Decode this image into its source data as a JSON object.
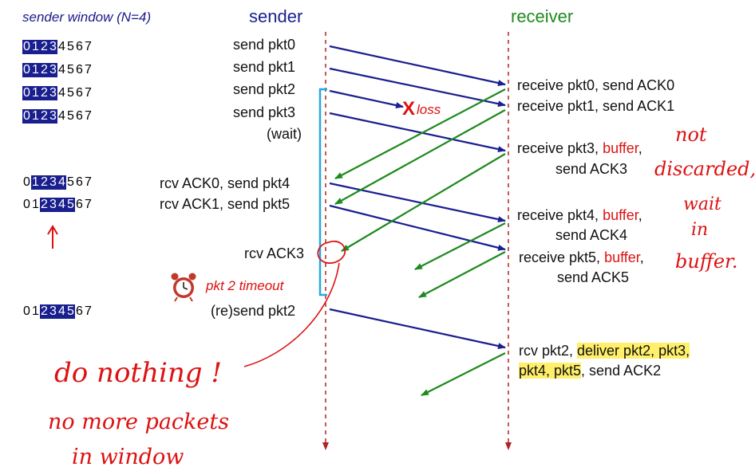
{
  "headers": {
    "window_title": "sender window (N=4)",
    "sender": "sender",
    "receiver": "receiver"
  },
  "window_rows": [
    {
      "digits": [
        "0",
        "1",
        "2",
        "3",
        "4",
        "5",
        "6",
        "7"
      ],
      "window": [
        0,
        1,
        2,
        3
      ]
    },
    {
      "digits": [
        "0",
        "1",
        "2",
        "3",
        "4",
        "5",
        "6",
        "7"
      ],
      "window": [
        0,
        1,
        2,
        3
      ]
    },
    {
      "digits": [
        "0",
        "1",
        "2",
        "3",
        "4",
        "5",
        "6",
        "7"
      ],
      "window": [
        0,
        1,
        2,
        3
      ]
    },
    {
      "digits": [
        "0",
        "1",
        "2",
        "3",
        "4",
        "5",
        "6",
        "7"
      ],
      "window": [
        0,
        1,
        2,
        3
      ]
    },
    {
      "digits": [
        "0",
        "1",
        "2",
        "3",
        "4",
        "5",
        "6",
        "7"
      ],
      "window": [
        1,
        2,
        3,
        4
      ]
    },
    {
      "digits": [
        "0",
        "1",
        "2",
        "3",
        "4",
        "5",
        "6",
        "7"
      ],
      "window": [
        2,
        3,
        4,
        5
      ]
    },
    {
      "digits": [
        "0",
        "1",
        "2",
        "3",
        "4",
        "5",
        "6",
        "7"
      ],
      "window": [
        2,
        3,
        4,
        5
      ]
    }
  ],
  "sender_events": {
    "send_pkt0": "send  pkt0",
    "send_pkt1": "send  pkt1",
    "send_pkt2": "send  pkt2",
    "send_pkt3": "send  pkt3",
    "wait": "(wait)",
    "rcv_ack0": "rcv ACK0, send pkt4",
    "rcv_ack1": "rcv ACK1, send pkt5",
    "rcv_ack3": "rcv ACK3",
    "resend": "(re)send pkt2"
  },
  "timeout_label": "pkt 2 timeout",
  "loss_label": "loss",
  "loss_mark": "X",
  "receiver_events": {
    "r0": "receive pkt0, send ACK0",
    "r1": "receive pkt1, send ACK1",
    "r3a": "receive pkt3, ",
    "r3b": "send ACK3",
    "r4a": "receive pkt4, ",
    "r4b": "send ACK4",
    "r5a": "receive pkt5, ",
    "r5b": "send ACK5",
    "buffer": "buffer",
    "comma": ",",
    "r2a_pre": "rcv pkt2, ",
    "r2a_hl": "deliver pkt2, pkt3,",
    "r2b_hl": "pkt4, pkt5",
    "r2b_post": ", send ACK2"
  },
  "handwriting": {
    "not": "not",
    "discarded": "discarded,",
    "wait": "wait",
    "in": "in",
    "buffer": "buffer.",
    "do_nothing": "do nothing !",
    "no_more": "no more packets",
    "in_window": "in window"
  },
  "colors": {
    "send_arrow": "#1a1f8f",
    "ack_arrow": "#1e8a1e",
    "timeline": "#b22222",
    "timer": "#29a8e0",
    "annotation": "#dd1111",
    "highlight": "#ffef6a",
    "window_fill": "#1a1f8f"
  }
}
